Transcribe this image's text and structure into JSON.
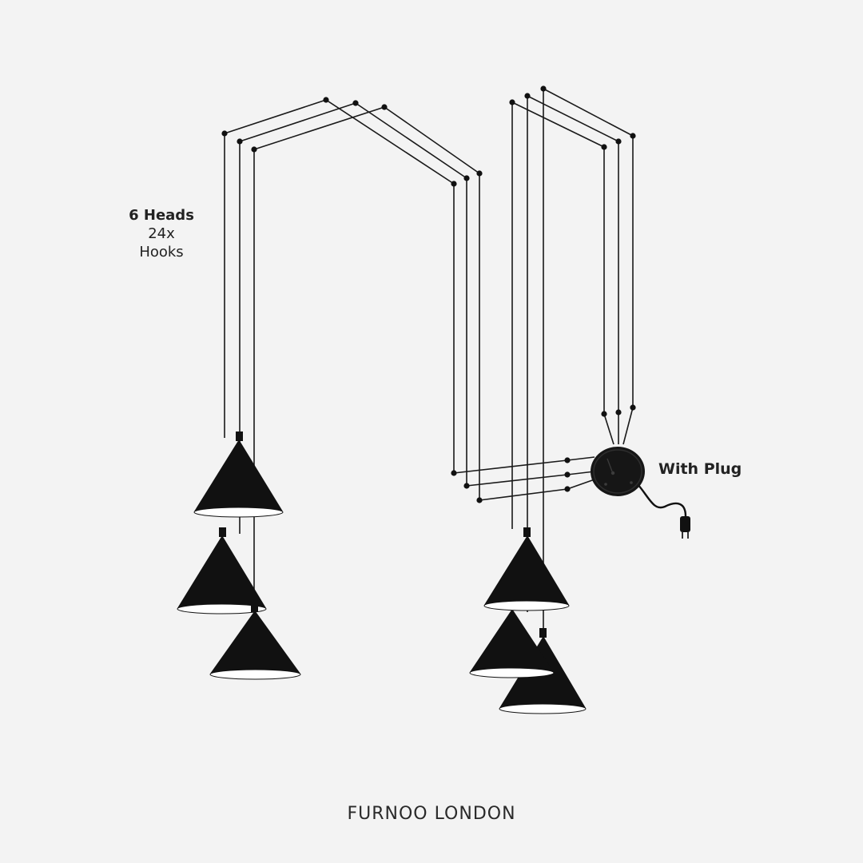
{
  "spec": {
    "heads_title": "6 Heads",
    "hooks_count": "24x",
    "hooks_label": "Hooks",
    "plug_label": "With Plug"
  },
  "brand": "FURNOO LONDON",
  "colors": {
    "background": "#f3f3f3",
    "lamp": "#111111",
    "wire": "#1a1a1a",
    "shade_inner": "#ffffff"
  }
}
